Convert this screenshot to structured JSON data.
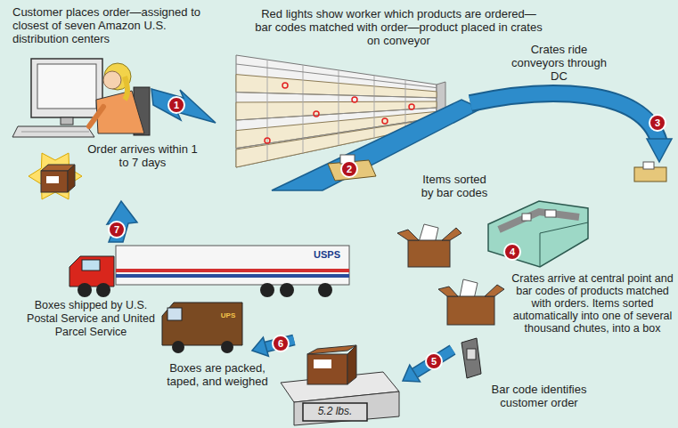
{
  "diagram": {
    "labels": [
      "Customer places order—assigned to closest of seven Amazon U.S. distribution centers",
      "Red lights show worker which products are ordered—bar codes matched with order—product placed in crates on conveyor",
      "Crates ride conveyors through DC",
      "Items sorted by bar codes",
      "Crates arrive at central point and bar codes of products matched with orders. Items sorted automatically into one of several thousand chutes, into a box",
      "Bar code identifies customer order",
      "Boxes are packed, taped, and weighed",
      "Boxes shipped by U.S. Postal Service and United Parcel Service",
      "Order arrives within 1 to 7 days",
      "5.2 lbs.",
      "USPS",
      "UPS",
      "1",
      "2",
      "3",
      "4",
      "5",
      "6",
      "7"
    ]
  }
}
